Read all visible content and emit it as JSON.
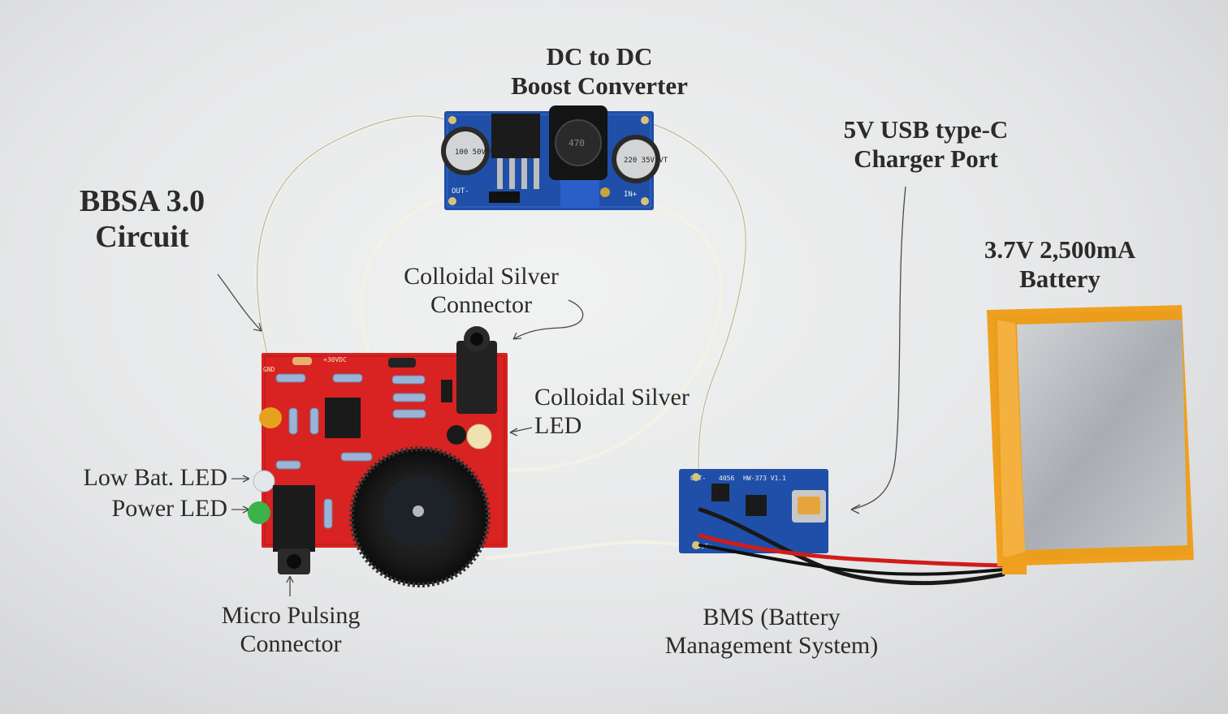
{
  "labels": {
    "boost": [
      "DC to DC",
      "Boost Converter"
    ],
    "bbsa": [
      "BBSA 3.0",
      "Circuit"
    ],
    "usb": [
      "5V USB type-C",
      "Charger Port"
    ],
    "battery": [
      "3.7V 2,500mA",
      "Battery"
    ],
    "cs_connector": [
      "Colloidal Silver",
      "Connector"
    ],
    "cs_led": [
      "Colloidal Silver",
      "LED"
    ],
    "low_bat": "Low Bat. LED",
    "power_led": "Power LED",
    "micro": [
      "Micro Pulsing",
      "Connector"
    ],
    "bms": [
      "BMS (Battery",
      "Management System)"
    ]
  },
  "board_silk": {
    "boost_out": "OUT-",
    "boost_in": "IN+",
    "cap1": "100 50V VT",
    "cap2": "220 35V VT",
    "inductor": "470",
    "bms_id": "HW-373 V1.1",
    "bms_chip": "4056",
    "bbsa_gnd": "GND",
    "bbsa_v": "+30VDC",
    "bms_out": "OUT-",
    "bms_outp": "OUT+"
  },
  "colors": {
    "pcb_red": "#d92222",
    "pcb_blue": "#1f4fa8",
    "battery_foil": "#f0a020",
    "battery_cell": "#b9bcc0",
    "wire": "#f2f0e4"
  }
}
